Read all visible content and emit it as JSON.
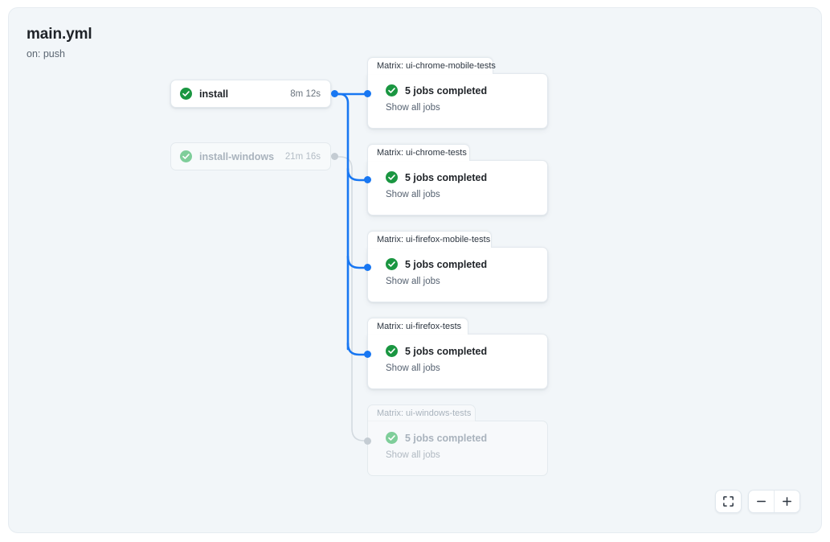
{
  "header": {
    "title": "main.yml",
    "trigger": "on: push"
  },
  "jobs": [
    {
      "name": "install",
      "duration": "8m 12s",
      "status_icon": "check-circle-icon",
      "state": "active"
    },
    {
      "name": "install-windows",
      "duration": "21m 16s",
      "status_icon": "check-circle-icon",
      "state": "dimmed"
    }
  ],
  "matrix_groups": [
    {
      "tab_label": "Matrix: ui-chrome-mobile-tests",
      "status_text": "5 jobs completed",
      "show_all_label": "Show all jobs",
      "status_icon": "check-circle-icon",
      "state": "active"
    },
    {
      "tab_label": "Matrix: ui-chrome-tests",
      "status_text": "5 jobs completed",
      "show_all_label": "Show all jobs",
      "status_icon": "check-circle-icon",
      "state": "active"
    },
    {
      "tab_label": "Matrix: ui-firefox-mobile-tests",
      "status_text": "5 jobs completed",
      "show_all_label": "Show all jobs",
      "status_icon": "check-circle-icon",
      "state": "active"
    },
    {
      "tab_label": "Matrix: ui-firefox-tests",
      "status_text": "5 jobs completed",
      "show_all_label": "Show all jobs",
      "status_icon": "check-circle-icon",
      "state": "active"
    },
    {
      "tab_label": "Matrix: ui-windows-tests",
      "status_text": "5 jobs completed",
      "show_all_label": "Show all jobs",
      "status_icon": "check-circle-icon",
      "state": "dimmed"
    }
  ],
  "controls": {
    "fit_icon": "fit-to-screen-icon",
    "zoom_out_icon": "minus-icon",
    "zoom_in_icon": "plus-icon"
  },
  "colors": {
    "canvas_background": "#f2f6f9",
    "edge_active": "#1877f2",
    "edge_dimmed": "#d3dae0",
    "success_green": "#1a9641",
    "success_green_dimmed": "#7fce9a",
    "text_primary": "#1f2328",
    "text_muted": "#5b6672"
  }
}
